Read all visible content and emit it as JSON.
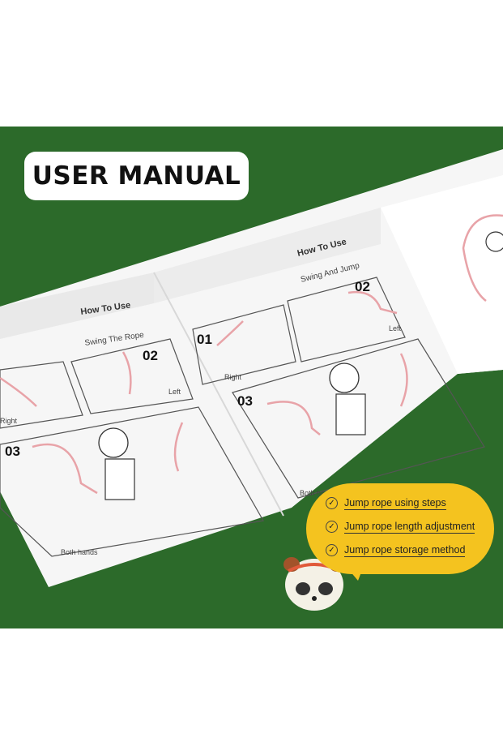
{
  "title": "USER MANUAL",
  "manual": {
    "left_panel": {
      "heading": "How To Use",
      "subheading": "Swing The Rope",
      "step1_label": "Right",
      "step2_number": "02",
      "step2_label": "Left",
      "step3_number": "03",
      "step3_label": "Both hands"
    },
    "right_panel": {
      "heading": "How To Use",
      "subheading": "Swing And Jump",
      "step1_number": "01",
      "step1_label": "Right",
      "step2_number": "02",
      "step2_label": "Left",
      "step3_number": "03",
      "step3_label": "Both hands"
    }
  },
  "features": [
    {
      "icon": "check-circle-icon",
      "label": "Jump rope using steps"
    },
    {
      "icon": "check-circle-icon",
      "label": "Jump rope length adjustment"
    },
    {
      "icon": "check-circle-icon",
      "label": "Jump rope storage method"
    }
  ],
  "colors": {
    "background_green": "#2c6a2a",
    "bubble_yellow": "#f4c31f",
    "rope_pink": "#e8a3a8"
  }
}
